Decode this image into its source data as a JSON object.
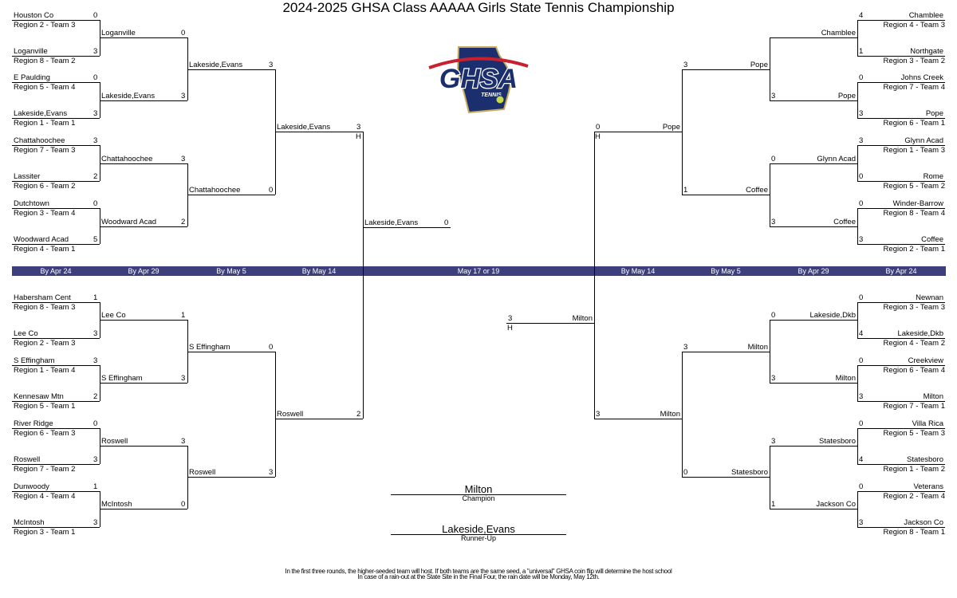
{
  "title": "2024-2025 GHSA Class AAAAA Girls State Tennis Championship",
  "logo": {
    "text": "GHSA",
    "subtext": "TENNIS",
    "colors": {
      "navy": "#1b2f6e",
      "red": "#c8202f",
      "gold": "#c9a95c"
    }
  },
  "rounds": [
    "By Apr 24",
    "By Apr 29",
    "By May 5",
    "By May 14",
    "May 17 or 19",
    "By May 14",
    "By May 5",
    "By Apr 29",
    "By Apr 24"
  ],
  "host_marker": "H",
  "quadrants": {
    "top_left": {
      "r1": [
        {
          "name": "Houston Co",
          "region": "Region 2 -  Team 3",
          "score": "0"
        },
        {
          "name": "Loganville",
          "region": "Region 8 -  Team 2",
          "score": "3"
        },
        {
          "name": "E Paulding",
          "region": "Region 5 -  Team 4",
          "score": "0"
        },
        {
          "name": "Lakeside,Evans",
          "region": "Region 1 -  Team 1",
          "score": "3"
        },
        {
          "name": "Chattahoochee",
          "region": "Region 7 -  Team 3",
          "score": "3"
        },
        {
          "name": "Lassiter",
          "region": "Region 6 -  Team 2",
          "score": "2"
        },
        {
          "name": "Dutchtown",
          "region": "Region 3 -  Team 4",
          "score": "0"
        },
        {
          "name": "Woodward Acad",
          "region": "Region 4 -  Team 1",
          "score": "5"
        }
      ],
      "r2": [
        {
          "name": "Loganville",
          "score": "0"
        },
        {
          "name": "Lakeside,Evans",
          "score": "3"
        },
        {
          "name": "Chattahoochee",
          "score": "3"
        },
        {
          "name": "Woodward Acad",
          "score": "2"
        }
      ],
      "r3": [
        {
          "name": "Lakeside,Evans",
          "score": "3"
        },
        {
          "name": "Chattahoochee",
          "score": "0"
        }
      ],
      "r4": [
        {
          "name": "Lakeside,Evans",
          "score": "3",
          "host": true
        }
      ]
    },
    "bottom_left": {
      "r1": [
        {
          "name": "Habersham Cent",
          "region": "Region 8 -  Team 3",
          "score": "1"
        },
        {
          "name": "Lee Co",
          "region": "Region 2 -  Team 3",
          "score": "3"
        },
        {
          "name": "S Effingham",
          "region": "Region 1 -  Team 4",
          "score": "3"
        },
        {
          "name": "Kennesaw Mtn",
          "region": "Region 5 -  Team 1",
          "score": "2"
        },
        {
          "name": "River Ridge",
          "region": "Region 6 -  Team 3",
          "score": "0"
        },
        {
          "name": "Roswell",
          "region": "Region 7 -  Team 2",
          "score": "3"
        },
        {
          "name": "Dunwoody",
          "region": "Region 4 -  Team 4",
          "score": "1"
        },
        {
          "name": "McIntosh",
          "region": "Region 3 -  Team 1",
          "score": "3"
        }
      ],
      "r2": [
        {
          "name": "Lee Co",
          "score": "1"
        },
        {
          "name": "S Effingham",
          "score": "3"
        },
        {
          "name": "Roswell",
          "score": "3"
        },
        {
          "name": "McIntosh",
          "score": "0"
        }
      ],
      "r3": [
        {
          "name": "S Effingham",
          "score": "0"
        },
        {
          "name": "Roswell",
          "score": "3"
        }
      ],
      "r4": [
        {
          "name": "Roswell",
          "score": "2"
        }
      ]
    },
    "top_right": {
      "r1": [
        {
          "name": "Chamblee",
          "region": "Region 4 -  Team 3",
          "score": "4"
        },
        {
          "name": "Northgate",
          "region": "Region 3 -  Team 2",
          "score": "1"
        },
        {
          "name": "Johns Creek",
          "region": "Region 7 -  Team 4",
          "score": "0"
        },
        {
          "name": "Pope",
          "region": "Region 6 -  Team 1",
          "score": "3"
        },
        {
          "name": "Glynn Acad",
          "region": "Region 1 -  Team 3",
          "score": "3"
        },
        {
          "name": "Rome",
          "region": "Region 5 -  Team 2",
          "score": "0"
        },
        {
          "name": "Winder-Barrow",
          "region": "Region 8 -  Team 4",
          "score": "0"
        },
        {
          "name": "Coffee",
          "region": "Region 2 -  Team 1",
          "score": "3"
        }
      ],
      "r2": [
        {
          "name": "Chamblee",
          "score": ""
        },
        {
          "name": "Pope",
          "score": "3"
        },
        {
          "name": "Glynn Acad",
          "score": "0"
        },
        {
          "name": "Coffee",
          "score": "3"
        }
      ],
      "r3": [
        {
          "name": "Pope",
          "score": "3"
        },
        {
          "name": "Coffee",
          "score": "1"
        }
      ],
      "r4": [
        {
          "name": "Pope",
          "score": "0",
          "host": true
        }
      ]
    },
    "bottom_right": {
      "r1": [
        {
          "name": "Newnan",
          "region": "Region 3 -  Team 3",
          "score": "0"
        },
        {
          "name": "Lakeside,Dkb",
          "region": "Region 4 -  Team 2",
          "score": "4"
        },
        {
          "name": "Creekview",
          "region": "Region 6 -  Team 4",
          "score": "0"
        },
        {
          "name": "Milton",
          "region": "Region 7 -  Team 1",
          "score": "3"
        },
        {
          "name": "Villa Rica",
          "region": "Region 5 -  Team 3",
          "score": "0"
        },
        {
          "name": "Statesboro",
          "region": "Region 1 -  Team 2",
          "score": "4"
        },
        {
          "name": "Veterans",
          "region": "Region 2 -  Team 4",
          "score": "0"
        },
        {
          "name": "Jackson Co",
          "region": "Region 8 -  Team 1",
          "score": "3"
        }
      ],
      "r2": [
        {
          "name": "Lakeside,Dkb",
          "score": "0"
        },
        {
          "name": "Milton",
          "score": "3"
        },
        {
          "name": "Statesboro",
          "score": "3"
        },
        {
          "name": "Jackson Co",
          "score": "1"
        }
      ],
      "r3": [
        {
          "name": "Milton",
          "score": "3"
        },
        {
          "name": "Statesboro",
          "score": "0"
        }
      ],
      "r4": [
        {
          "name": "Milton",
          "score": "3"
        }
      ]
    }
  },
  "final": {
    "left": {
      "name": "Lakeside,Evans",
      "score": "0"
    },
    "right": {
      "name": "Milton",
      "score": "3",
      "host": true
    }
  },
  "champion": {
    "name": "Milton",
    "label": "Champion"
  },
  "runner_up": {
    "name": "Lakeside,Evans",
    "label": "Runner-Up"
  },
  "notes": [
    "In the first three rounds, the higher-seeded team will host.   If both teams are the same seed, a \"universal\" GHSA coin flip will determine the host school",
    "In case of a rain-out at the State Site in the Final Four, the rain date will be Monday, May 12th."
  ]
}
